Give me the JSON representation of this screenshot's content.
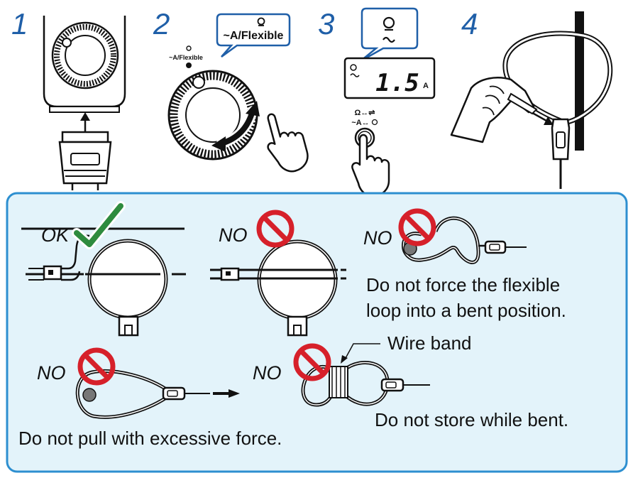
{
  "steps": [
    "1",
    "2",
    "3",
    "4"
  ],
  "step2": {
    "dial_label": "~A/Flexible",
    "bubble_label": "~A/Flexible"
  },
  "step3": {
    "lcd_value": "1.5",
    "lcd_unit": "A",
    "button_top": "Ω↔⇌",
    "button_bottom": "~A↔"
  },
  "panel": {
    "ok_label": "OK",
    "no_label": "NO",
    "caption_bent": [
      "Do not force the flexible",
      "loop into a bent position."
    ],
    "wire_band": "Wire band",
    "caption_store": "Do not store while bent.",
    "caption_pull": "Do not pull with excessive force."
  },
  "colors": {
    "step_number": "#1f5fa8",
    "panel_fill": "#e3f3fa",
    "panel_border": "#2d8fd0",
    "prohibit": "#d6202a",
    "check": "#2e8b3e"
  }
}
